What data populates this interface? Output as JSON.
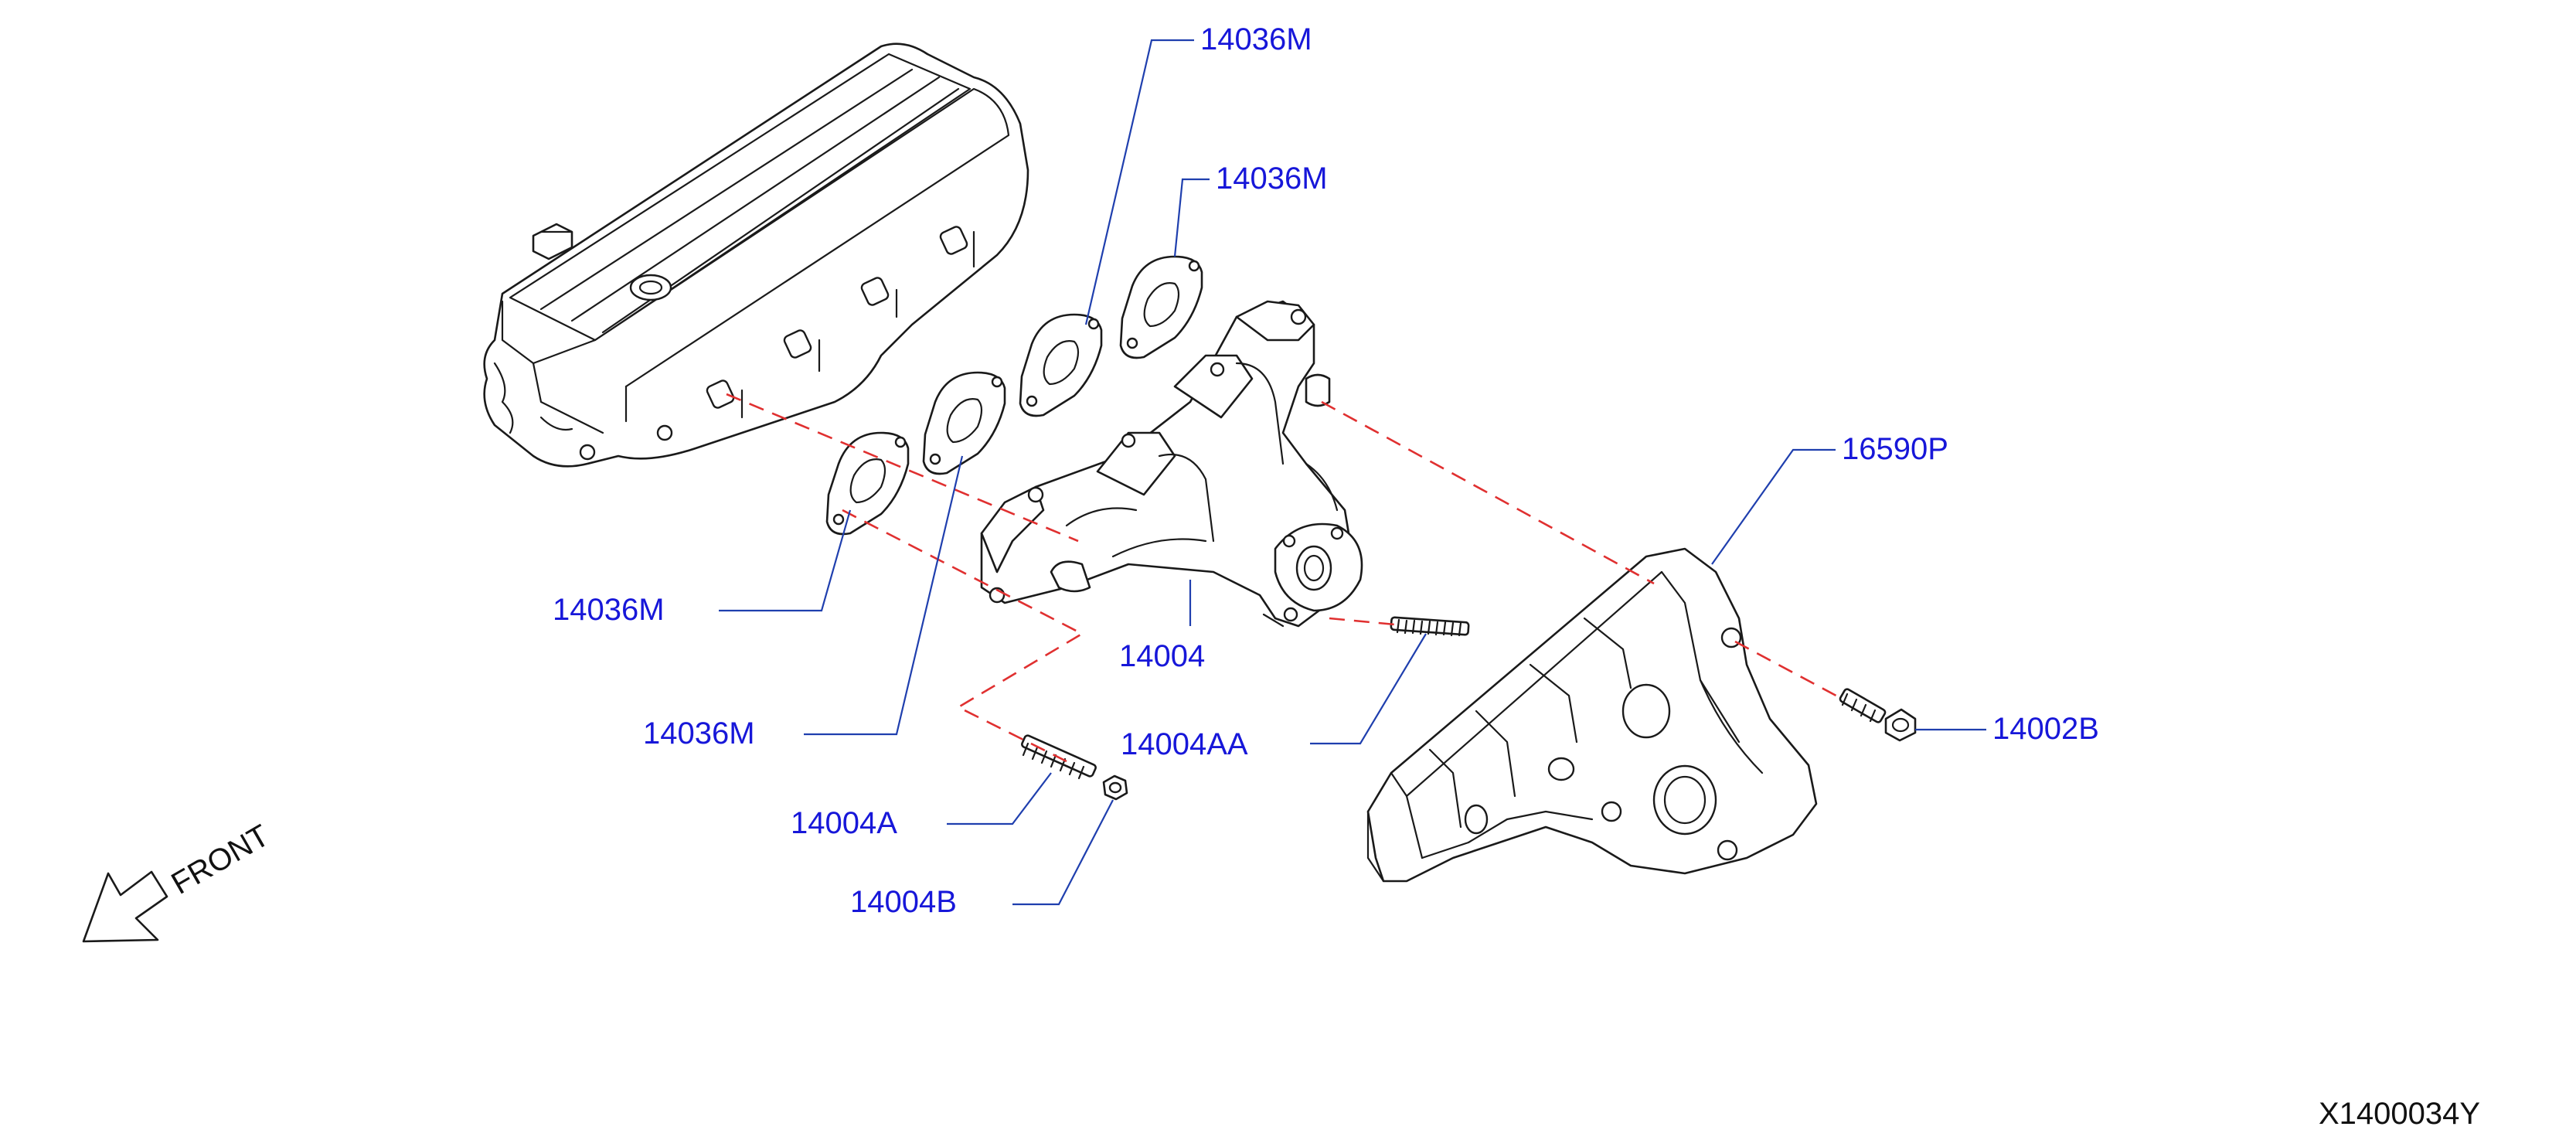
{
  "callouts": [
    {
      "id": "c1",
      "label": "14036M"
    },
    {
      "id": "c2",
      "label": "14036M"
    },
    {
      "id": "c3",
      "label": "14036M"
    },
    {
      "id": "c4",
      "label": "14036M"
    },
    {
      "id": "c5",
      "label": "14004"
    },
    {
      "id": "c6",
      "label": "14004AA"
    },
    {
      "id": "c7",
      "label": "14004A"
    },
    {
      "id": "c8",
      "label": "14004B"
    },
    {
      "id": "c9",
      "label": "16590P"
    },
    {
      "id": "c10",
      "label": "14002B"
    }
  ],
  "front_label": "FRONT",
  "diagram_code": "X1400034Y",
  "colors": {
    "callout_text": "#1717d9",
    "leader_line": "#1f3fae",
    "dashed_line": "#e03030",
    "drawing_line": "#1a1a1a"
  }
}
